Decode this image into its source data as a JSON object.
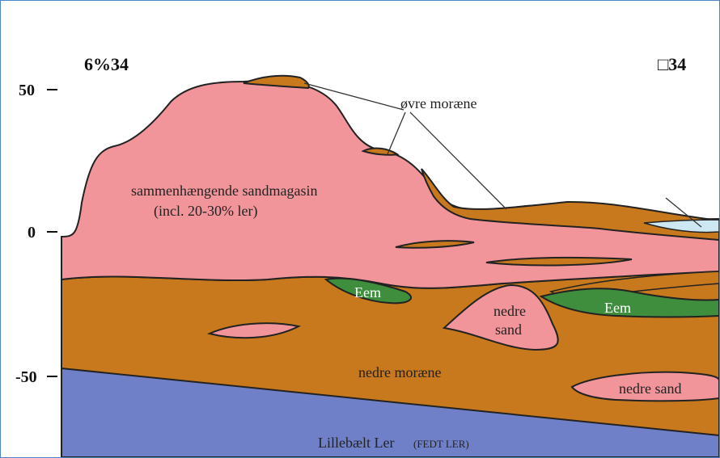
{
  "corner_left": "6%34",
  "corner_right": "□34",
  "y_axis_ticks": [
    "50",
    "0",
    "-50"
  ],
  "labels": {
    "sandmagasin_line1": "sammenhængende sandmagasin",
    "sandmagasin_line2": "(incl. 20-30% ler)",
    "ovre_morane": "øvre moræne",
    "eem_left": "Eem",
    "eem_right": "Eem",
    "nedre_sand_mid_1": "nedre",
    "nedre_sand_mid_2": "sand",
    "nedre_morane": "nedre moræne",
    "nedre_sand_right": "nedre sand",
    "lillebaelt_main": "Lillebælt Ler",
    "lillebaelt_paren": "(FEDT LER)"
  },
  "colors": {
    "sand_pink": "#f1959a",
    "moraine_brown": "#c8781d",
    "eem_green": "#3e8e3e",
    "clay_blue": "#6f80c8",
    "water_light_blue": "#cde8f2",
    "frame_blue": "#4a86c8"
  }
}
